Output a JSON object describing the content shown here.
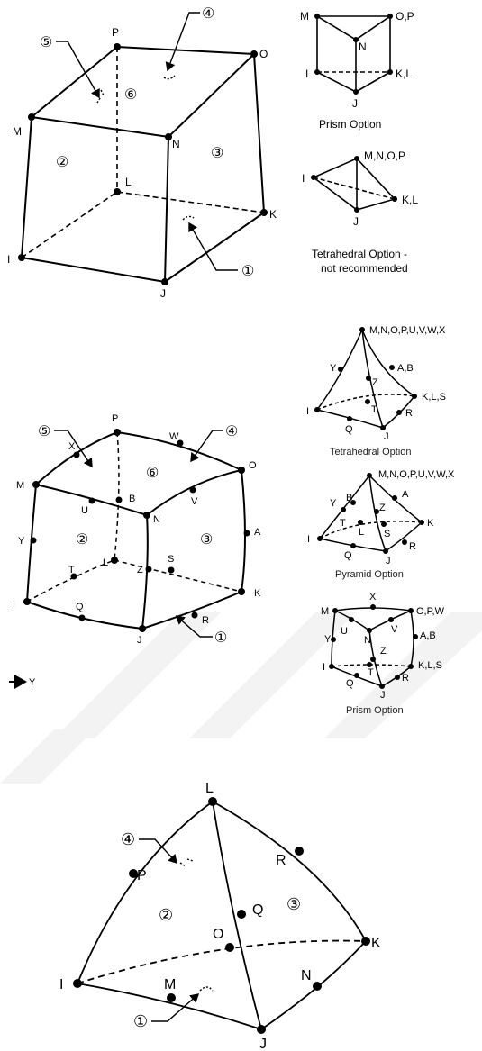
{
  "hex8": {
    "nodes": {
      "M": "M",
      "N": "N",
      "O": "O",
      "P": "P",
      "I": "I",
      "J": "J",
      "K": "K",
      "L": "L"
    },
    "faces": {
      "f1": "①",
      "f2": "②",
      "f3": "③",
      "f4": "④",
      "f5": "⑤",
      "f6": "⑥"
    },
    "prism": {
      "M": "M",
      "OP": "O,P",
      "N": "N",
      "I": "I",
      "KL": "K,L",
      "J": "J",
      "caption": "Prism Option"
    },
    "tet": {
      "MNOP": "M,N,O,P",
      "I": "I",
      "KL": "K,L",
      "J": "J",
      "caption1": "Tetrahedral Option -",
      "caption2": "not recommended"
    }
  },
  "hex20": {
    "nodes": {
      "M": "M",
      "N": "N",
      "O": "O",
      "P": "P",
      "I": "I",
      "J": "J",
      "K": "K",
      "L": "L",
      "Q": "Q",
      "R": "R",
      "S": "S",
      "T": "T",
      "U": "U",
      "V": "V",
      "W": "W",
      "X": "X",
      "Y": "Y",
      "Z": "Z",
      "A": "A",
      "B": "B"
    },
    "faces": {
      "f1": "①",
      "f2": "②",
      "f3": "③",
      "f4": "④",
      "f5": "⑤",
      "f6": "⑥"
    },
    "axis": "Y",
    "tet": {
      "top": "M,N,O,P,U,V,W,X",
      "AB": "A,B",
      "KLS": "K,L,S",
      "Y": "Y",
      "Z": "Z",
      "T": "T",
      "R": "R",
      "Q": "Q",
      "I": "I",
      "J": "J",
      "caption": "Tetrahedral Option"
    },
    "pyr": {
      "top": "M,N,O,P,U,V,W,X",
      "A": "A",
      "Y": "Y",
      "B": "B",
      "Z": "Z",
      "T": "T",
      "K": "K",
      "L": "L",
      "S": "S",
      "I": "I",
      "R": "R",
      "Q": "Q",
      "J": "J",
      "caption": "Pyramid Option"
    },
    "prism": {
      "M": "M",
      "X": "X",
      "OPW": "O,P,W",
      "Y": "Y",
      "U": "U",
      "N": "N",
      "V": "V",
      "AB": "A,B",
      "Z": "Z",
      "KLS": "K,L,S",
      "I": "I",
      "T": "T",
      "R": "R",
      "Q": "Q",
      "J": "J",
      "caption": "Prism Option"
    }
  },
  "tet10": {
    "nodes": {
      "L": "L",
      "P": "P",
      "R": "R",
      "Q": "Q",
      "O": "O",
      "K": "K",
      "I": "I",
      "M": "M",
      "N": "N",
      "J": "J"
    },
    "faces": {
      "f1": "①",
      "f2": "②",
      "f3": "③",
      "f4": "④"
    }
  }
}
